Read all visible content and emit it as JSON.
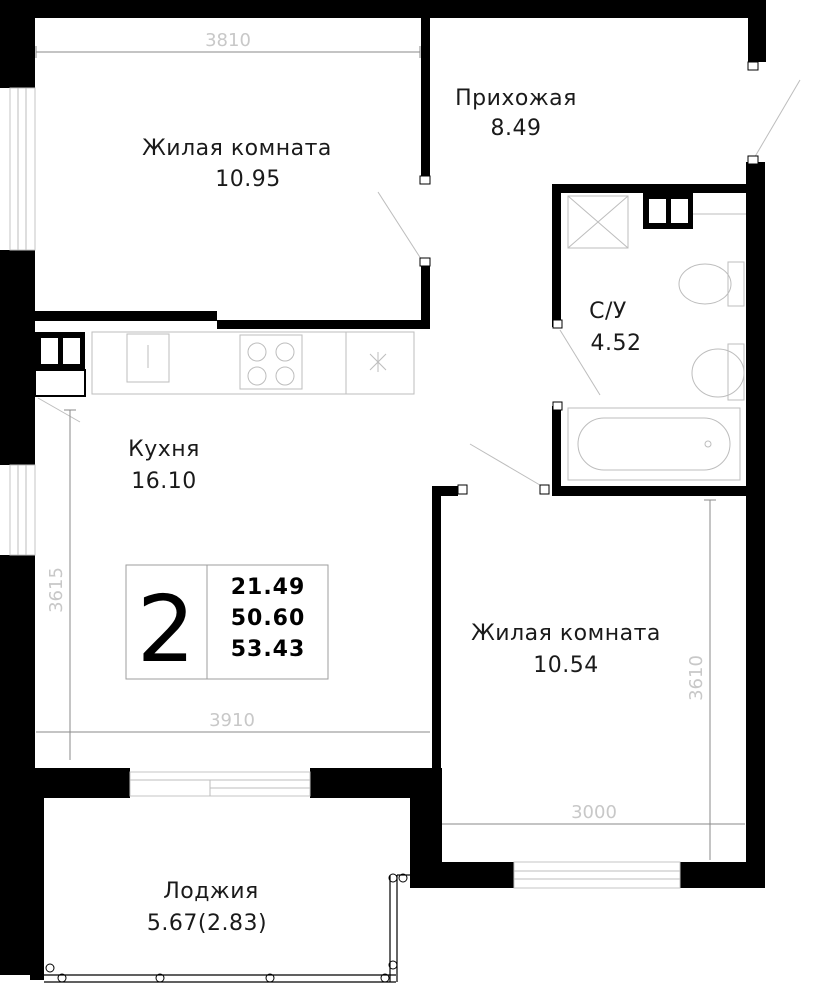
{
  "rooms": {
    "living1": {
      "name": "Жилая комната",
      "area": "10.95"
    },
    "hall": {
      "name": "Прихожая",
      "area": "8.49"
    },
    "bath": {
      "name": "С/У",
      "area": "4.52"
    },
    "kitchen": {
      "name": "Кухня",
      "area": "16.10"
    },
    "living2": {
      "name": "Жилая комната",
      "area": "10.54"
    },
    "loggia": {
      "name": "Лоджия",
      "area": "5.67(2.83)"
    }
  },
  "dimensions": {
    "top_width": "3810",
    "kitchen_width": "3910",
    "kitchen_height": "3615",
    "bed2_height": "3610",
    "bed2_width": "3000"
  },
  "summary": {
    "rooms_count": "2",
    "living_area": "21.49",
    "total_area": "50.60",
    "total_with_loggia": "53.43"
  }
}
